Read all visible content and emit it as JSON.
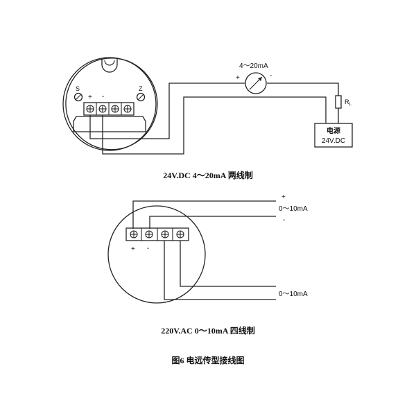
{
  "diagram1": {
    "meter_label": "4～20mA",
    "meter_plus": "+",
    "meter_minus": "-",
    "resistor_label": "R",
    "resistor_sub": "L",
    "power_box_line1": "电源",
    "power_box_line2": "24V.DC",
    "housing_s": "S",
    "housing_z": "Z",
    "terminal_plus": "+",
    "terminal_minus": "-",
    "caption": "24V.DC 4～20mA  两线制"
  },
  "diagram2": {
    "out_plus": "+",
    "out_range_top": "0～10mA",
    "out_minus": "-",
    "out_range_bottom": "0～10mA",
    "terminal_plus": "+",
    "terminal_minus": "-",
    "caption": "220V.AC 0～10mA  四线制"
  },
  "figure_title": "图6 电远传型接线图"
}
